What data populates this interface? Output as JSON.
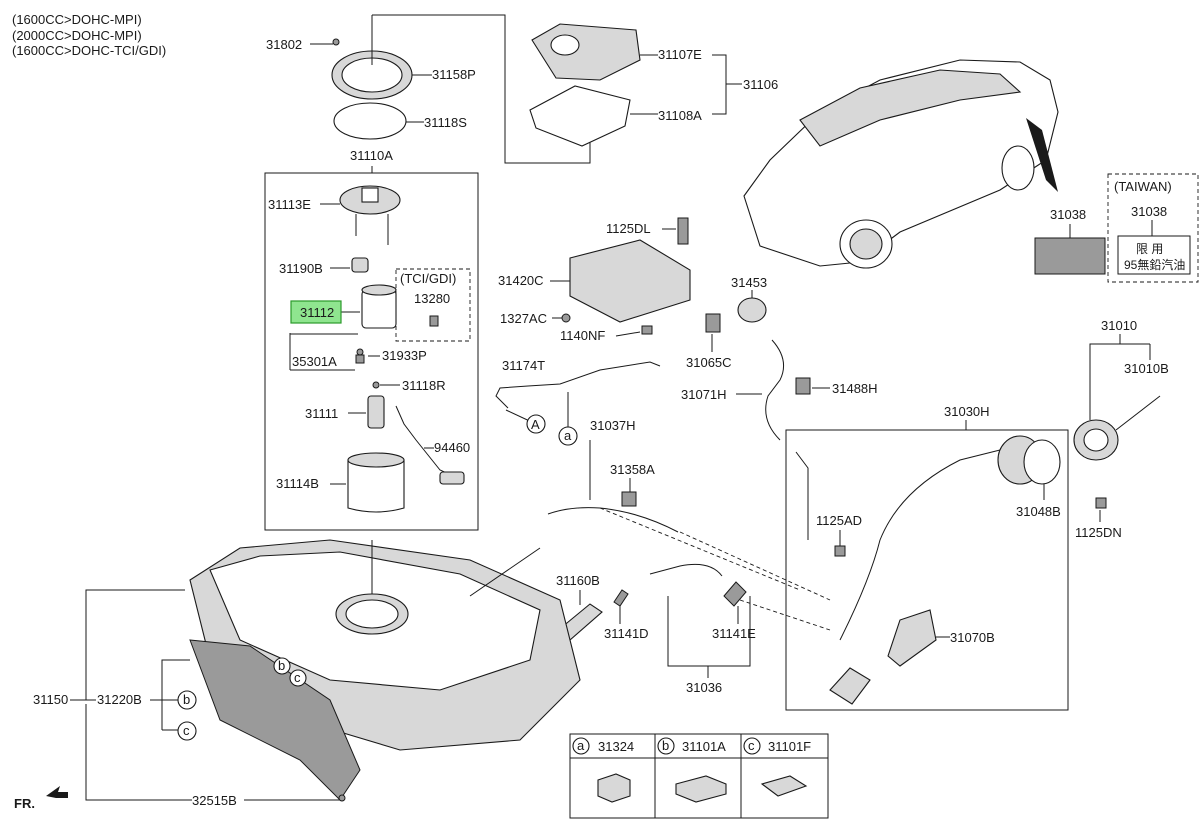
{
  "header": {
    "lines": [
      "(1600CC>DOHC-MPI)",
      "(2000CC>DOHC-MPI)",
      "(1600CC>DOHC-TCI/GDI)"
    ]
  },
  "parts": {
    "p31802": "31802",
    "p31158P": "31158P",
    "p31118S": "31118S",
    "p31110A": "31110A",
    "p31113E": "31113E",
    "p31190B": "31190B",
    "tci_gdi": "(TCI/GDI)",
    "p13280": "13280",
    "p31112": "31112",
    "p35301A": "35301A",
    "p31933P": "31933P",
    "p31118R": "31118R",
    "p31111": "31111",
    "p94460": "94460",
    "p31114B": "31114B",
    "p31107E": "31107E",
    "p31106": "31106",
    "p31108A": "31108A",
    "p1125DL": "1125DL",
    "p31420C": "31420C",
    "p31453": "31453",
    "p1327AC": "1327AC",
    "p1140NF": "1140NF",
    "p31065C": "31065C",
    "p31174T": "31174T",
    "p31071H": "31071H",
    "p31488H": "31488H",
    "p31037H": "31037H",
    "p31358A": "31358A",
    "p31038a": "31038",
    "taiwan": "(TAIWAN)",
    "p31038b": "31038",
    "p31010": "31010",
    "p31010B": "31010B",
    "p31030H": "31030H",
    "p1125AD": "1125AD",
    "p31048B": "31048B",
    "p1125DN": "1125DN",
    "p31070B": "31070B",
    "p31160B": "31160B",
    "p31141D": "31141D",
    "p31141E": "31141E",
    "p31036": "31036",
    "p31150": "31150",
    "p31220B": "31220B",
    "p32515B": "32515B",
    "fr": "FR."
  },
  "circles": {
    "A": "A",
    "a": "a",
    "b": "b",
    "c": "c"
  },
  "taiwan_label": {
    "line1": "限 用",
    "line2": "95無鉛汽油"
  },
  "legend": {
    "items": [
      {
        "letter": "a",
        "part": "31324"
      },
      {
        "letter": "b",
        "part": "31101A"
      },
      {
        "letter": "c",
        "part": "31101F"
      }
    ]
  },
  "highlight": {
    "part": "31112",
    "color": "#8fe58f"
  }
}
